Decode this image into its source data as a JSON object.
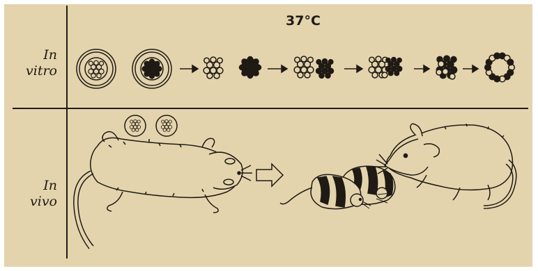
{
  "rows": {
    "top": {
      "line1": "In",
      "line2": "vitro"
    },
    "bottom": {
      "line1": "In",
      "line2": "vivo"
    }
  },
  "temperature": "37°C",
  "colors": {
    "paper": "#e4d4ad",
    "ink": "#1f1a14"
  }
}
